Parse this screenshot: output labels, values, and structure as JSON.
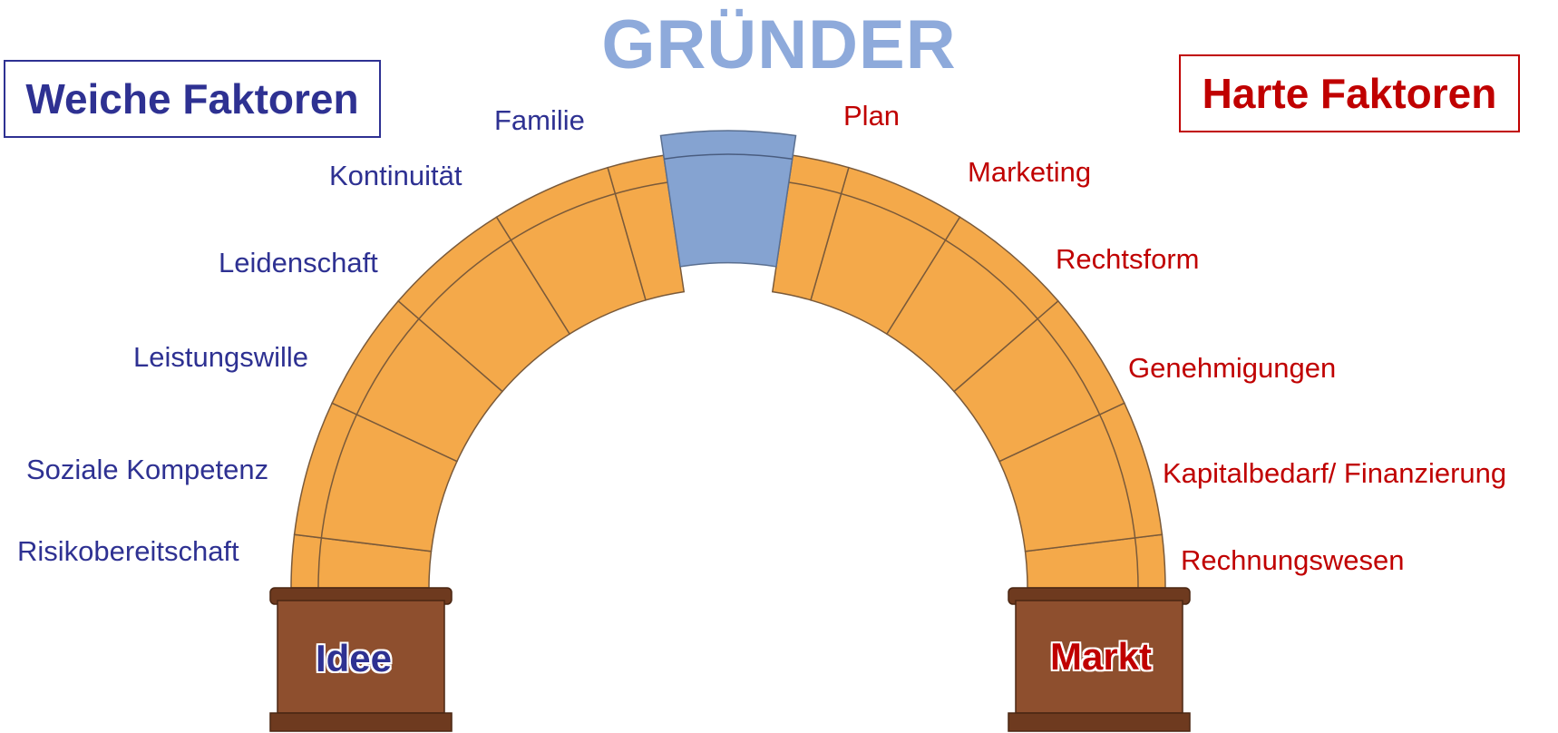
{
  "title": "GRÜNDER",
  "soft_factors": {
    "heading": "Weiche Faktoren",
    "items": [
      "Familie",
      "Kontinuität",
      "Leidenschaft",
      "Leistungswille",
      "Soziale Kompetenz",
      "Risikobereitschaft"
    ]
  },
  "hard_factors": {
    "heading": "Harte Faktoren",
    "items": [
      "Plan",
      "Marketing",
      "Rechtsform",
      "Genehmigungen",
      "Kapitalbedarf/ Finanzierung",
      "Rechnungswesen"
    ]
  },
  "pillars": {
    "left": "Idee",
    "right": "Markt"
  },
  "colors": {
    "arch": "#f4a94a",
    "keystone": "#85a3d1",
    "pillar": "#8e4f2e",
    "pillar_dark": "#6e3a1f",
    "soft": "#2e3192",
    "hard": "#c00000",
    "title": "#8eaadb"
  }
}
